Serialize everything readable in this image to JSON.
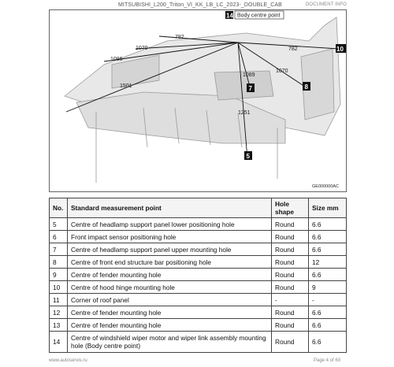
{
  "header": {
    "doc_title": "MITSUBISHI_L200_Triton_VI_KK_LB_LC_2023-_DOUBLE_CAB",
    "doc_ref": "DOCUMENT INFO"
  },
  "figure": {
    "callout_label": "Body centre point",
    "callout_id": "14",
    "figure_code": "GE000000AC",
    "dimensions": [
      "782",
      "1070",
      "1086",
      "1501",
      "1089",
      "1070",
      "782",
      "1251"
    ],
    "tags": [
      "5",
      "7",
      "8",
      "10",
      "14"
    ]
  },
  "table": {
    "headers": [
      "No.",
      "Standard measurement point",
      "Hole shape",
      "Size mm"
    ],
    "rows": [
      {
        "no": "5",
        "point": "Centre of headlamp support panel lower positioning hole",
        "shape": "Round",
        "size": "6.6"
      },
      {
        "no": "6",
        "point": "Front impact sensor positioning hole",
        "shape": "Round",
        "size": "6.6"
      },
      {
        "no": "7",
        "point": "Centre of headlamp support panel upper mounting hole",
        "shape": "Round",
        "size": "6.6"
      },
      {
        "no": "8",
        "point": "Centre of front end structure bar positioning hole",
        "shape": "Round",
        "size": "12"
      },
      {
        "no": "9",
        "point": "Centre of fender mounting hole",
        "shape": "Round",
        "size": "6.6"
      },
      {
        "no": "10",
        "point": "Centre of hood hinge mounting hole",
        "shape": "Round",
        "size": "9"
      },
      {
        "no": "11",
        "point": "Corner of roof panel",
        "shape": "-",
        "size": "-"
      },
      {
        "no": "12",
        "point": "Centre of fender mounting hole",
        "shape": "Round",
        "size": "6.6"
      },
      {
        "no": "13",
        "point": "Centre of fender mounting hole",
        "shape": "Round",
        "size": "6.6"
      },
      {
        "no": "14",
        "point": "Centre of windshield wiper motor and wiper link assembly mounting hole (Body centre point)",
        "shape": "Round",
        "size": "6.6"
      }
    ]
  },
  "footer": {
    "left": "www.autoservis.ru",
    "right": "Page 4 of 60"
  }
}
